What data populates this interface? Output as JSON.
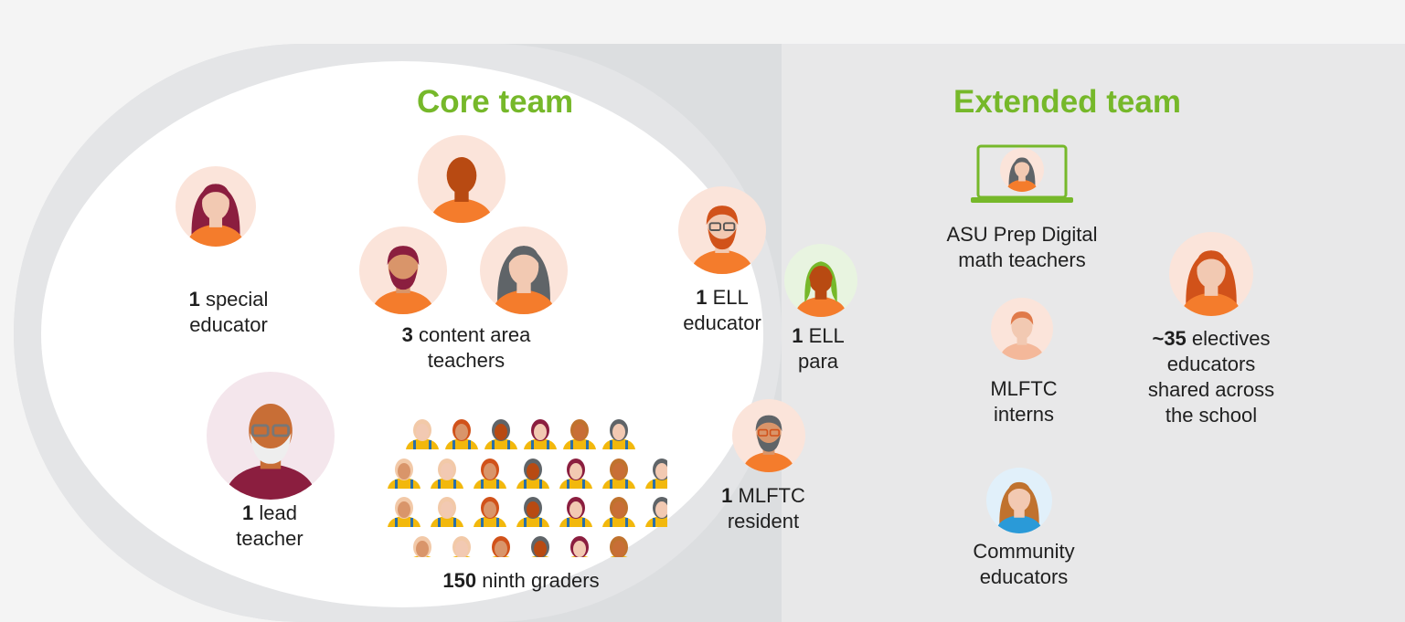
{
  "core": {
    "title": "Core team",
    "special": {
      "num": "1",
      "l1": "special",
      "l2": "educator"
    },
    "content": {
      "num": "3",
      "l1": "content area",
      "l2": "teachers"
    },
    "ell_educator": {
      "num": "1",
      "l1": "ELL",
      "l2": "educator"
    },
    "ell_para": {
      "num": "1",
      "l1": "ELL",
      "l2": "para"
    },
    "lead": {
      "num": "1",
      "l1": "lead",
      "l2": "teacher"
    },
    "students": {
      "num": "150",
      "l1": "ninth graders"
    },
    "resident": {
      "num": "1",
      "l1": "MLFTC",
      "l2": "resident"
    }
  },
  "extended": {
    "title": "Extended team",
    "asu": {
      "l1": "ASU Prep Digital",
      "l2": "math teachers"
    },
    "interns": {
      "l1": "MLFTC",
      "l2": "interns"
    },
    "electives": {
      "num": "~35",
      "l1": "electives",
      "l2": "educators",
      "l3": "shared across",
      "l4": "the school"
    },
    "community": {
      "l1": "Community",
      "l2": "educators"
    }
  },
  "colors": {
    "accent_green": "#76b82a",
    "shirt_orange": "#f47c2c",
    "student_yellow": "#f2b80c",
    "community_blue": "#2a9ad8"
  }
}
